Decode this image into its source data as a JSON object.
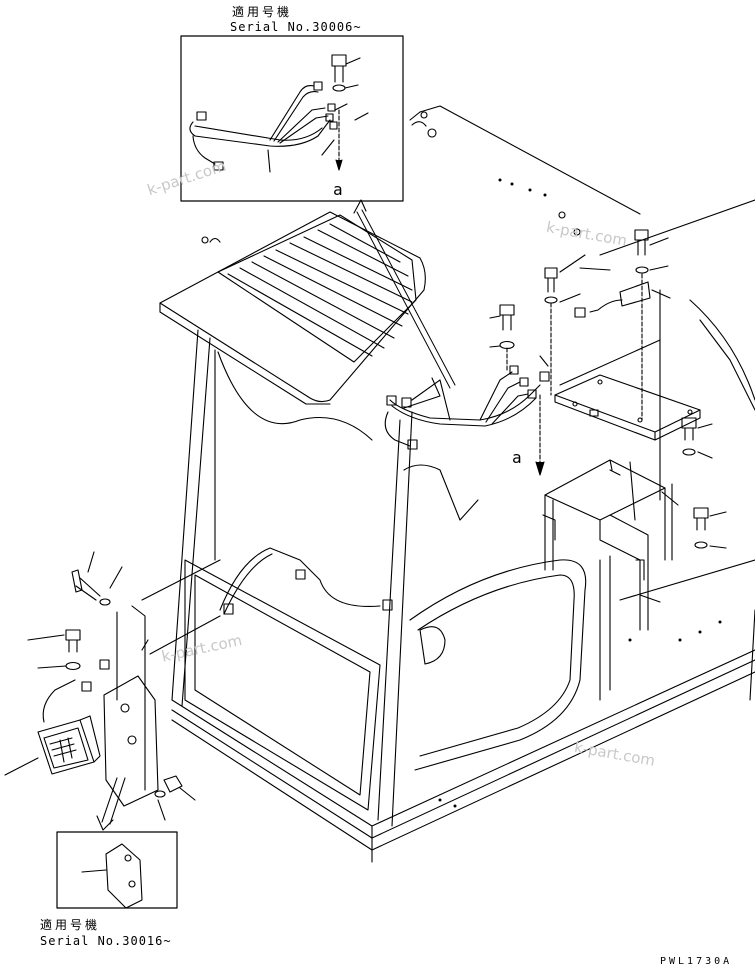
{
  "callout_top": {
    "applicable": "適用号機",
    "serial": "Serial No.30006~",
    "view_letter": "a"
  },
  "callout_bottom": {
    "applicable": "適用号機",
    "serial": "Serial No.30016~"
  },
  "view_letter_main": "a",
  "watermark": "k-part.com",
  "drawing_code": "PWL1730A"
}
